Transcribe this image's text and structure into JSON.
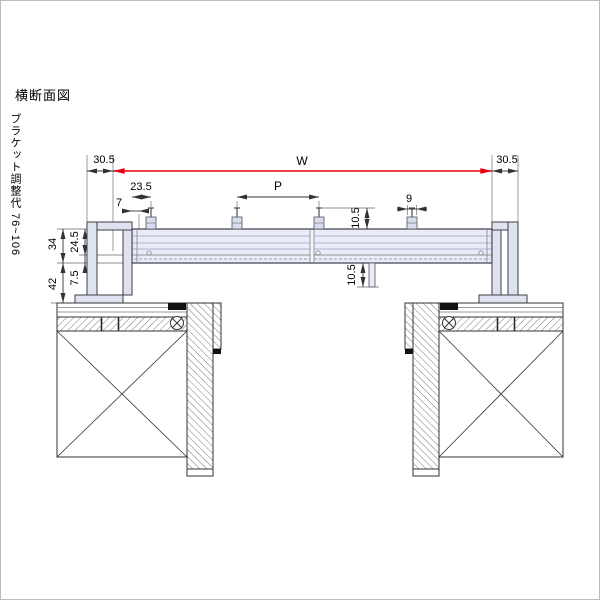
{
  "title": "横断面図",
  "side_label": "ブラケット調整代 76~106",
  "dims": {
    "W": "W",
    "P": "P",
    "left_30_5": "30.5",
    "right_30_5": "30.5",
    "d_23_5": "23.5",
    "d_7": "7",
    "d_34": "34",
    "d_24_5": "24.5",
    "d_7_5": "7.5",
    "d_42": "42",
    "d_10_5_upper": "10.5",
    "d_9": "9",
    "d_10_5_lower": "10.5"
  },
  "colors": {
    "dimension_red": "#e60012",
    "frame_fill": "#e9ecf8",
    "bracket_fill": "#dfe3ef",
    "line": "#333333"
  }
}
